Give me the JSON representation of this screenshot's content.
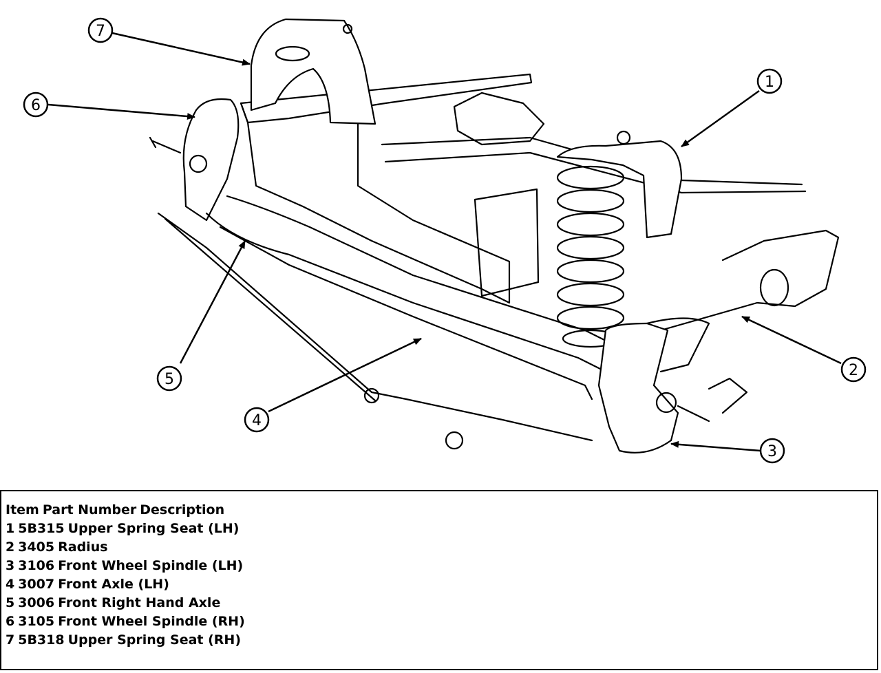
{
  "callouts": [
    "1",
    "2",
    "3",
    "4",
    "5",
    "6",
    "7"
  ],
  "legend": {
    "header": {
      "item": "Item",
      "part": "Part Number",
      "desc": "Description"
    },
    "rows": [
      {
        "item": "1",
        "part": "5B315",
        "desc": "Upper Spring Seat (LH)"
      },
      {
        "item": "2",
        "part": "3405",
        "desc": "Radius"
      },
      {
        "item": "3",
        "part": "3106",
        "desc": "Front Wheel Spindle (LH)"
      },
      {
        "item": "4",
        "part": "3007",
        "desc": "Front Axle (LH)"
      },
      {
        "item": "5",
        "part": "3006",
        "desc": "Front Right Hand Axle"
      },
      {
        "item": "6",
        "part": "3105",
        "desc": "Front Wheel Spindle (RH)"
      },
      {
        "item": "7",
        "part": "5B318",
        "desc": "Upper Spring Seat (RH)"
      }
    ]
  }
}
